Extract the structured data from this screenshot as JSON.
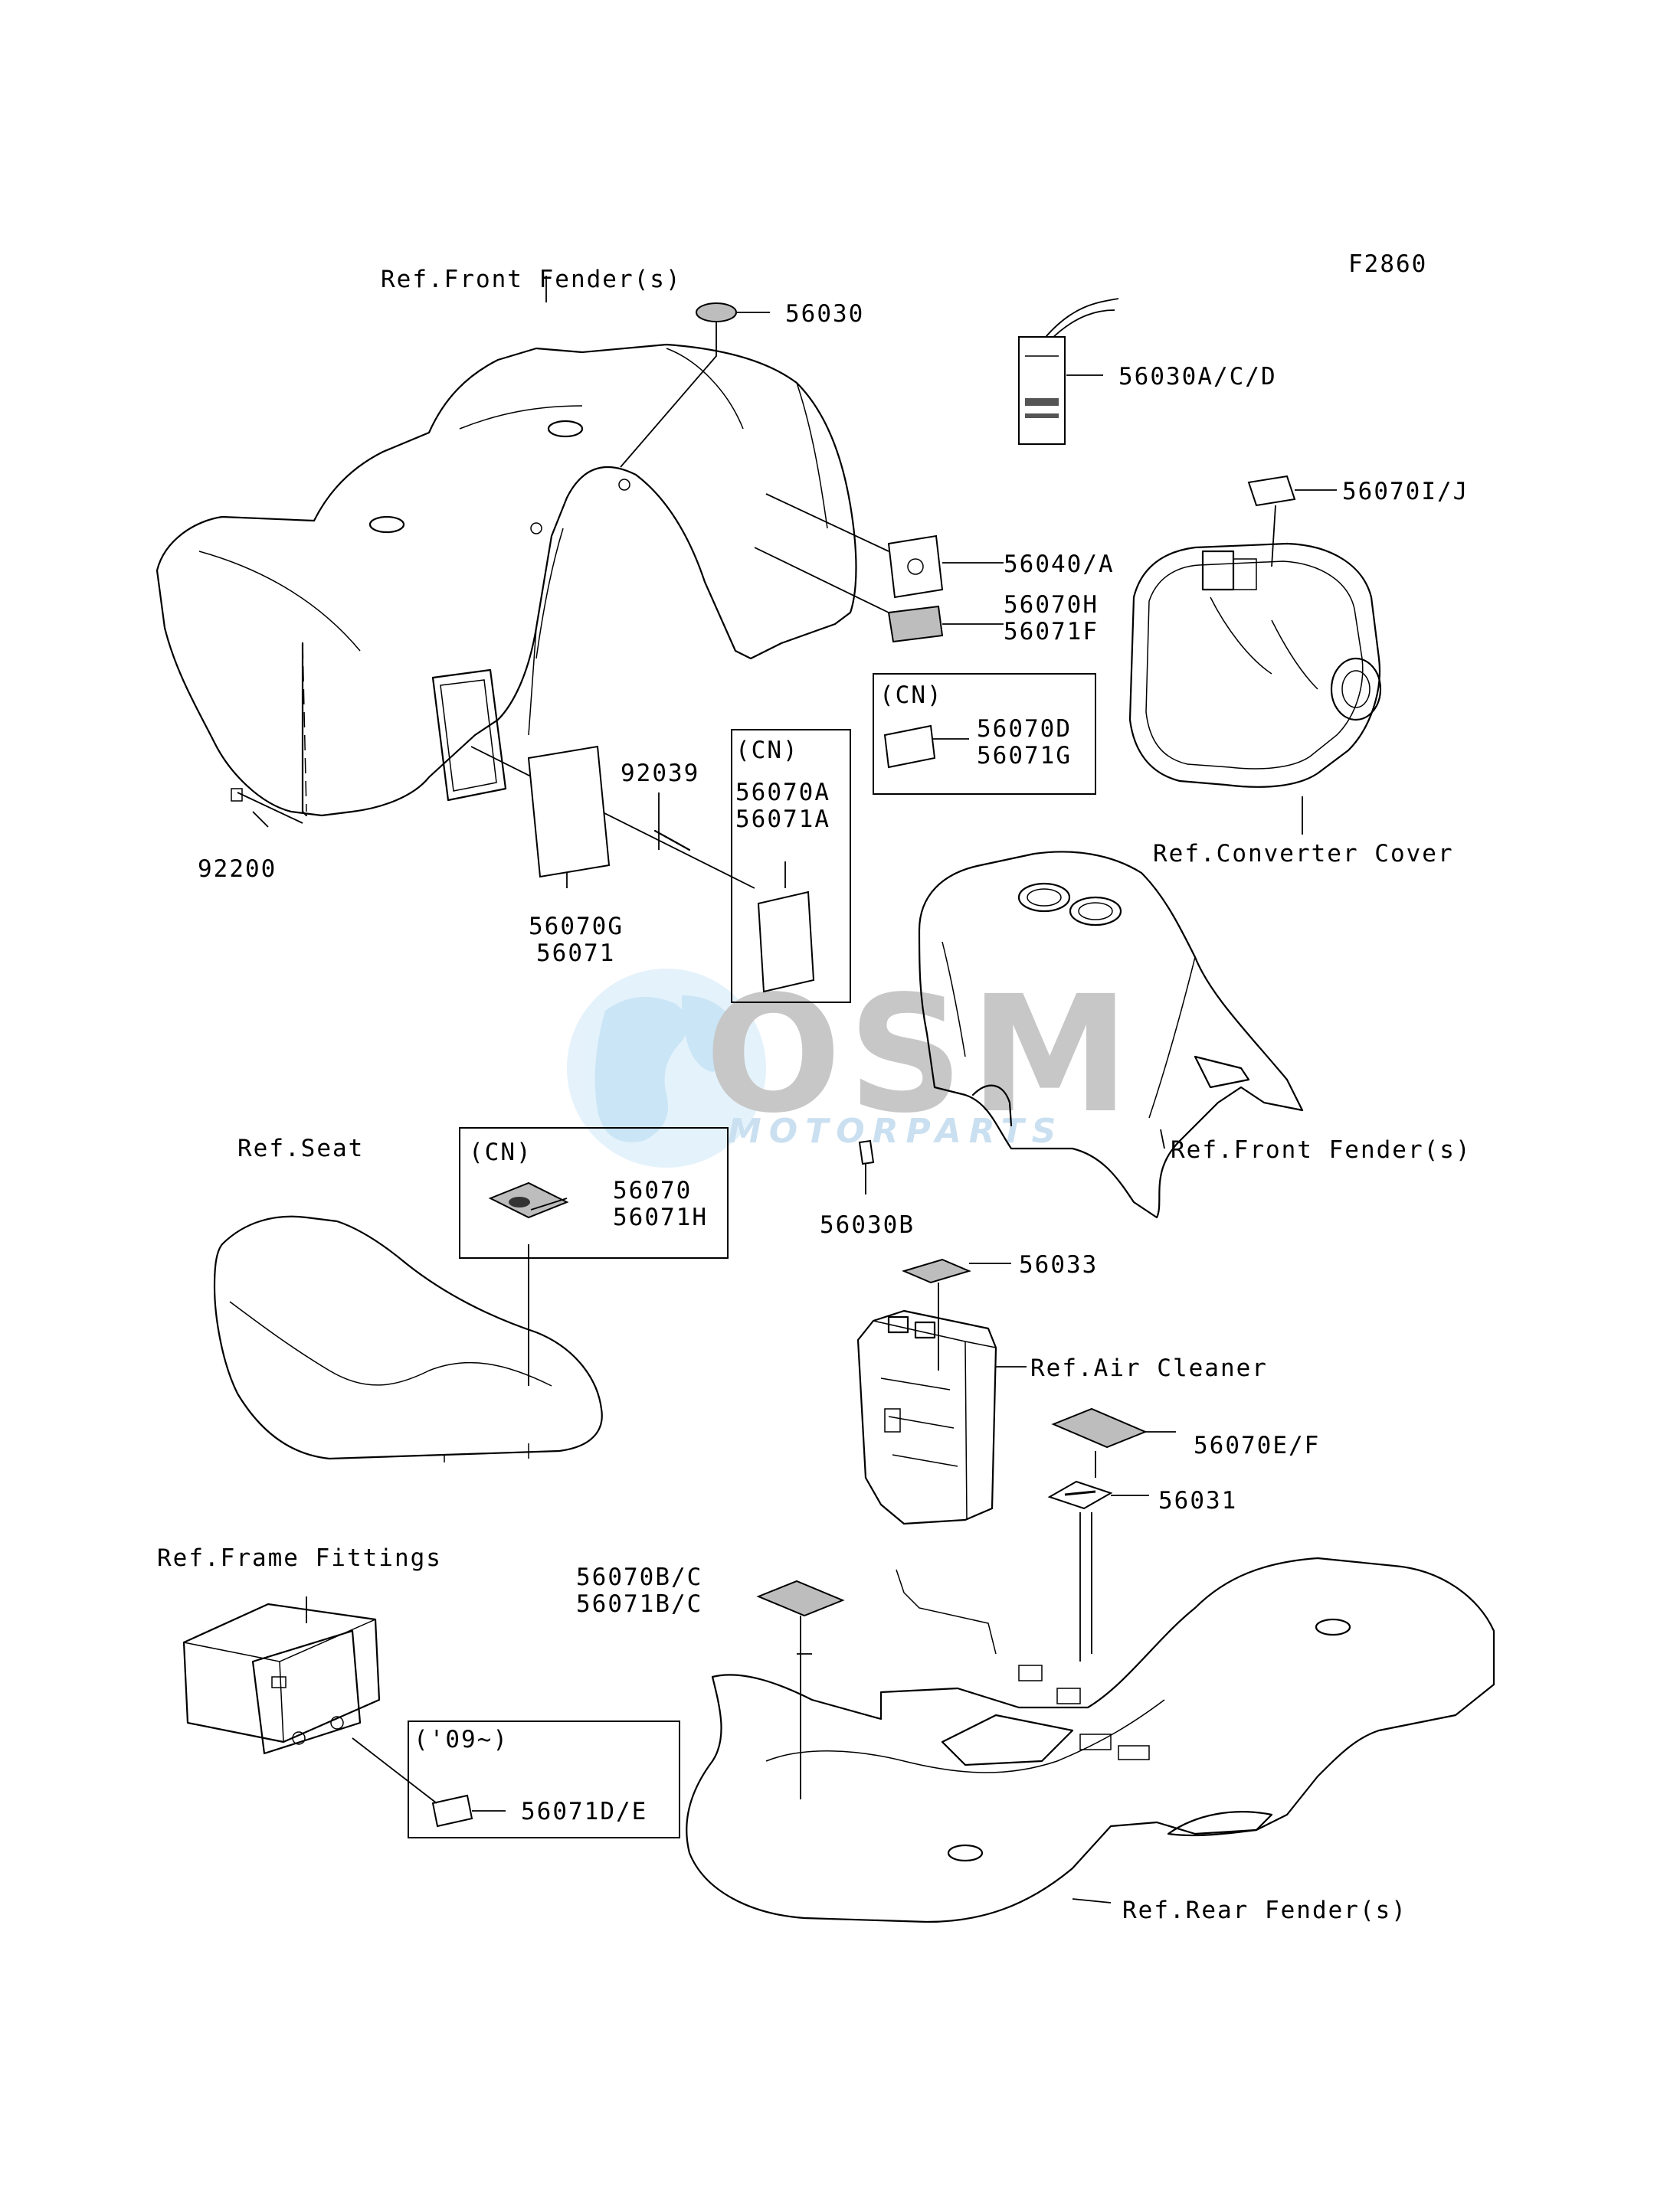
{
  "figure_code": "F2860",
  "watermark": {
    "brand": "OSM",
    "subtitle": "MOTORPARTS",
    "color": "#9fd0f0"
  },
  "labels": {
    "ref_front_fender_top": "Ref.Front Fender(s)",
    "p56030": "56030",
    "p56030acd": "56030A/C/D",
    "p56070ij": "56070I/J",
    "p56040a": "56040/A",
    "p56070h": "56070H",
    "p56071f": "56071F",
    "cn1": "(CN)",
    "p56070d": "56070D",
    "p56071g": "56071G",
    "cn2": "(CN)",
    "p56070a": "56070A",
    "p56071a": "56071A",
    "p92039": "92039",
    "p92200": "92200",
    "p56070g": "56070G",
    "p56071": "56071",
    "ref_converter_cover": "Ref.Converter Cover",
    "ref_seat": "Ref.Seat",
    "cn3": "(CN)",
    "p56070": "56070",
    "p56071h": "56071H",
    "ref_front_fender_mid": "Ref.Front Fender(s)",
    "p56030b": "56030B",
    "p56033": "56033",
    "ref_air_cleaner": "Ref.Air Cleaner",
    "p56070ef": "56070E/F",
    "p56031": "56031",
    "ref_frame_fittings": "Ref.Frame Fittings",
    "p56070bc": "56070B/C",
    "p56071bc": "56071B/C",
    "year09": "('09~)",
    "p56071de": "56071D/E",
    "ref_rear_fender": "Ref.Rear Fender(s)"
  }
}
